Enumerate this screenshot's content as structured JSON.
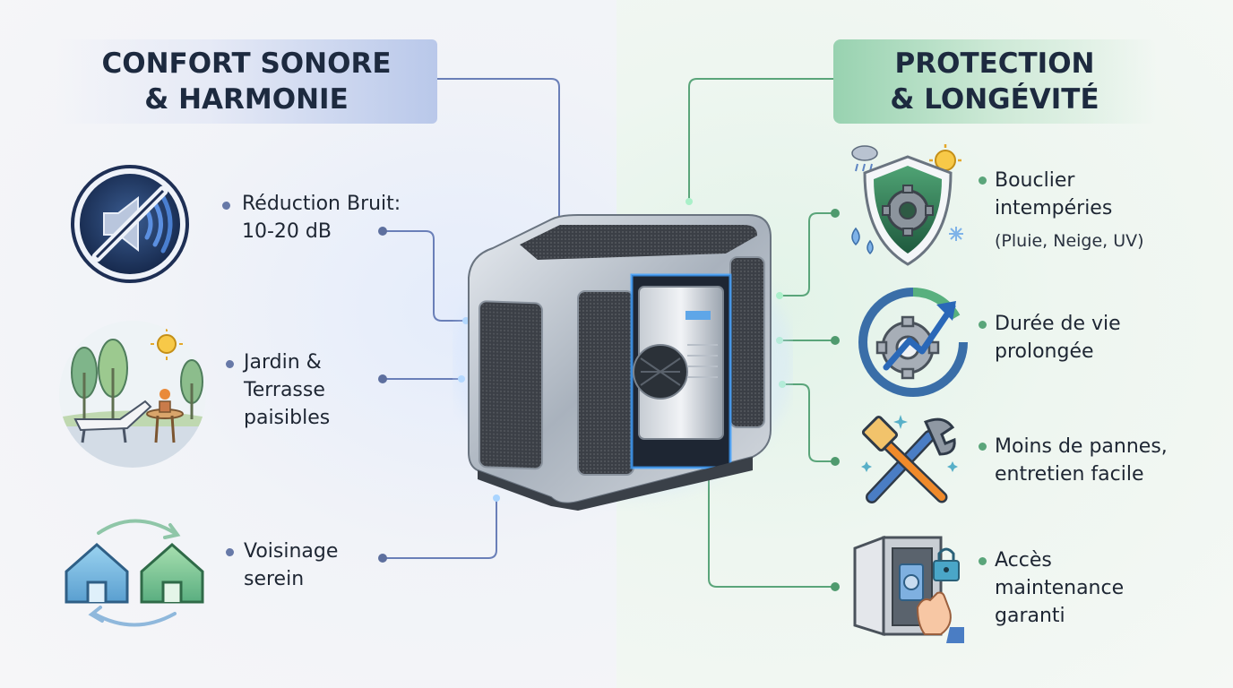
{
  "left_panel": {
    "title": "CONFORT SONORE\n& HARMONIE",
    "accent_color": "#6a7fb8",
    "items": [
      {
        "icon": "mute-speaker-icon",
        "label": "Réduction Bruit:\n10-20 dB"
      },
      {
        "icon": "garden-terrace-icon",
        "label": "Jardin &\nTerrasse\npaisibles"
      },
      {
        "icon": "houses-neighbors-icon",
        "label": "Voisinage\nserein"
      }
    ]
  },
  "right_panel": {
    "title": "PROTECTION\n& LONGÉVITÉ",
    "accent_color": "#5aa57a",
    "items": [
      {
        "icon": "weather-shield-icon",
        "label": "Bouclier\nintempéries",
        "sublabel": "(Pluie, Neige, UV)"
      },
      {
        "icon": "gear-arrow-icon",
        "label": "Durée de vie\nprolongée"
      },
      {
        "icon": "tools-icon",
        "label": "Moins de pannes,\nentretien facile"
      },
      {
        "icon": "cabinet-lock-icon",
        "label": "Accès\nmaintenance\ngaranti"
      }
    ]
  },
  "center": {
    "icon": "heat-pump-enclosure-icon"
  }
}
